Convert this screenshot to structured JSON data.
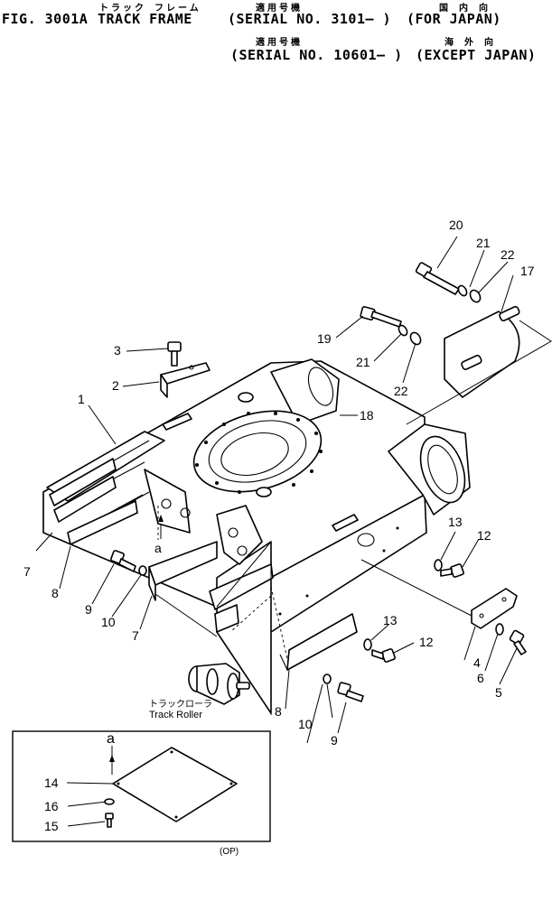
{
  "header": {
    "fig": "FIG. 3001A",
    "title_en": "TRACK FRAME",
    "title_jp": "トラック フレーム",
    "serial1": "(SERIAL NO. 3101– )",
    "serial1_jp": "適用号機",
    "region1": "(FOR JAPAN)",
    "region1_jp": "国 内 向",
    "serial2": "(SERIAL NO. 10601– )",
    "serial2_jp": "適用号機",
    "region2": "(EXCEPT JAPAN)",
    "region2_jp": "海 外 向"
  },
  "callouts": {
    "p1": "1",
    "p2": "2",
    "p3": "3",
    "p4": "4",
    "p5": "5",
    "p6": "6",
    "p7a": "7",
    "p7b": "7",
    "p8a": "8",
    "p8b": "8",
    "p9a": "9",
    "p9b": "9",
    "p10a": "10",
    "p10b": "10",
    "p12a": "12",
    "p12b": "12",
    "p13a": "13",
    "p13b": "13",
    "p17": "17",
    "p18": "18",
    "p19": "19",
    "p20": "20",
    "p21a": "21",
    "p21b": "21",
    "p22a": "22",
    "p22b": "22",
    "view_a": "a"
  },
  "track_roller": {
    "jp": "トラックローラ",
    "en": "Track Roller"
  },
  "inset": {
    "view": "a",
    "p14": "14",
    "p15": "15",
    "p16": "16",
    "note": "(OP)"
  }
}
